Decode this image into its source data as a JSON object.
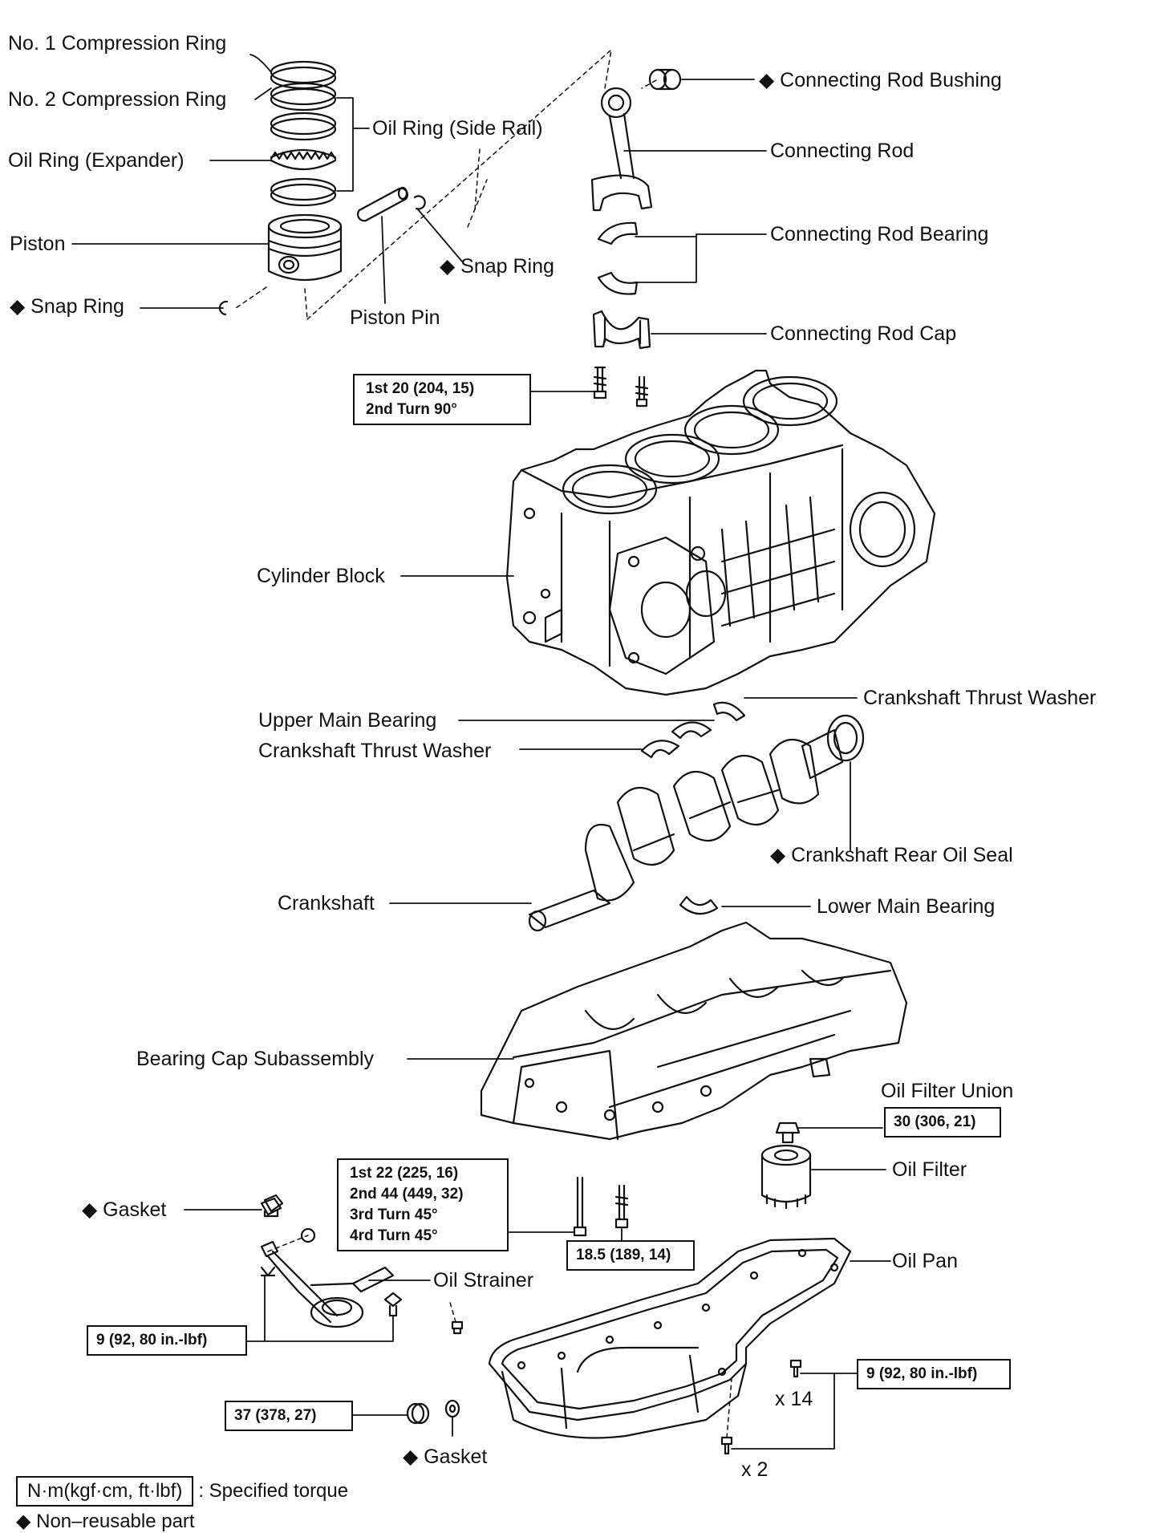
{
  "labels": {
    "no1_ring": "No. 1 Compression Ring",
    "no2_ring": "No. 2 Compression Ring",
    "oil_ring_expander": "Oil Ring (Expander)",
    "oil_ring_side_rail": "Oil Ring (Side Rail)",
    "piston": "Piston",
    "snap_ring_left": "Snap Ring",
    "snap_ring_right": "Snap Ring",
    "piston_pin": "Piston Pin",
    "conrod_bushing": "Connecting Rod Bushing",
    "conrod": "Connecting Rod",
    "conrod_bearing": "Connecting Rod Bearing",
    "conrod_cap": "Connecting Rod Cap",
    "cylinder_block": "Cylinder Block",
    "upper_main_bearing": "Upper Main Bearing",
    "thrust_washer_left": "Crankshaft Thrust Washer",
    "thrust_washer_right": "Crankshaft Thrust Washer",
    "rear_oil_seal": "Crankshaft Rear Oil Seal",
    "crankshaft": "Crankshaft",
    "lower_main_bearing": "Lower Main Bearing",
    "bearing_cap": "Bearing Cap Subassembly",
    "oil_filter_union": "Oil Filter Union",
    "oil_filter": "Oil Filter",
    "gasket_top": "Gasket",
    "oil_strainer": "Oil Strainer",
    "oil_pan": "Oil Pan",
    "gasket_bottom": "Gasket",
    "x14": "x 14",
    "x2": "x 2"
  },
  "torque": {
    "conrod_line1": "1st 20 (204, 15)",
    "conrod_line2": "2nd Turn 90°",
    "bearing_cap_line1": "1st  22 (225, 16)",
    "bearing_cap_line2": "2nd 44 (449, 32)",
    "bearing_cap_line3": "3rd Turn 45°",
    "bearing_cap_line4": "4rd Turn 45°",
    "bearing_cap_bolt": "18.5 (189, 14)",
    "oil_filter_union": "30 (306, 21)",
    "oil_strainer": "9 (92, 80 in.-lbf)",
    "oil_pan": "9 (92, 80 in.-lbf)",
    "drain_plug": "37 (378, 27)"
  },
  "legend": {
    "torque_box": "N·m(kgf·cm, ft·lbf)",
    "torque_text": ": Specified torque",
    "nonreusable": "Non–reusable part"
  }
}
